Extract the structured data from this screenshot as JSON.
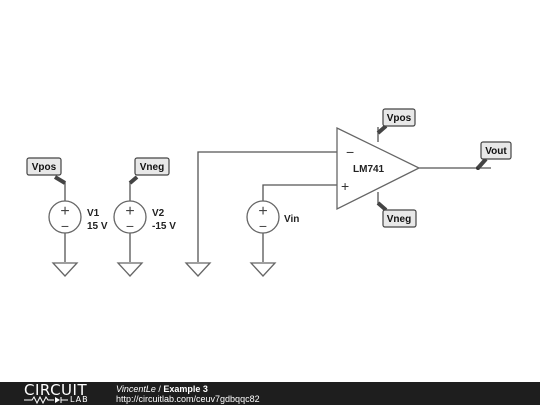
{
  "schematic": {
    "sources": [
      {
        "name": "V1",
        "value": "15 V"
      },
      {
        "name": "V2",
        "value": "-15 V"
      },
      {
        "name": "Vin"
      }
    ],
    "opamp": {
      "name": "LM741",
      "minus_symbol": "−",
      "plus_symbol": "+"
    },
    "net_labels": {
      "v1_top": "Vpos",
      "v2_top": "Vneg",
      "opamp_supply_pos": "Vpos",
      "opamp_supply_neg": "Vneg",
      "output": "Vout"
    },
    "source_symbol": {
      "plus": "+",
      "minus": "−"
    },
    "colors": {
      "wire": "#555555",
      "component": "#666666",
      "label_fill": "#e8e8e8",
      "label_border": "#444444",
      "background": "#ffffff"
    }
  },
  "footer": {
    "logo_top": "CIRCUIT",
    "logo_bottom": "LAB",
    "author": "VincentLe",
    "separator": " / ",
    "title": "Example 3",
    "url": "http://circuitlab.com/ceuv7gdbqqc82"
  }
}
